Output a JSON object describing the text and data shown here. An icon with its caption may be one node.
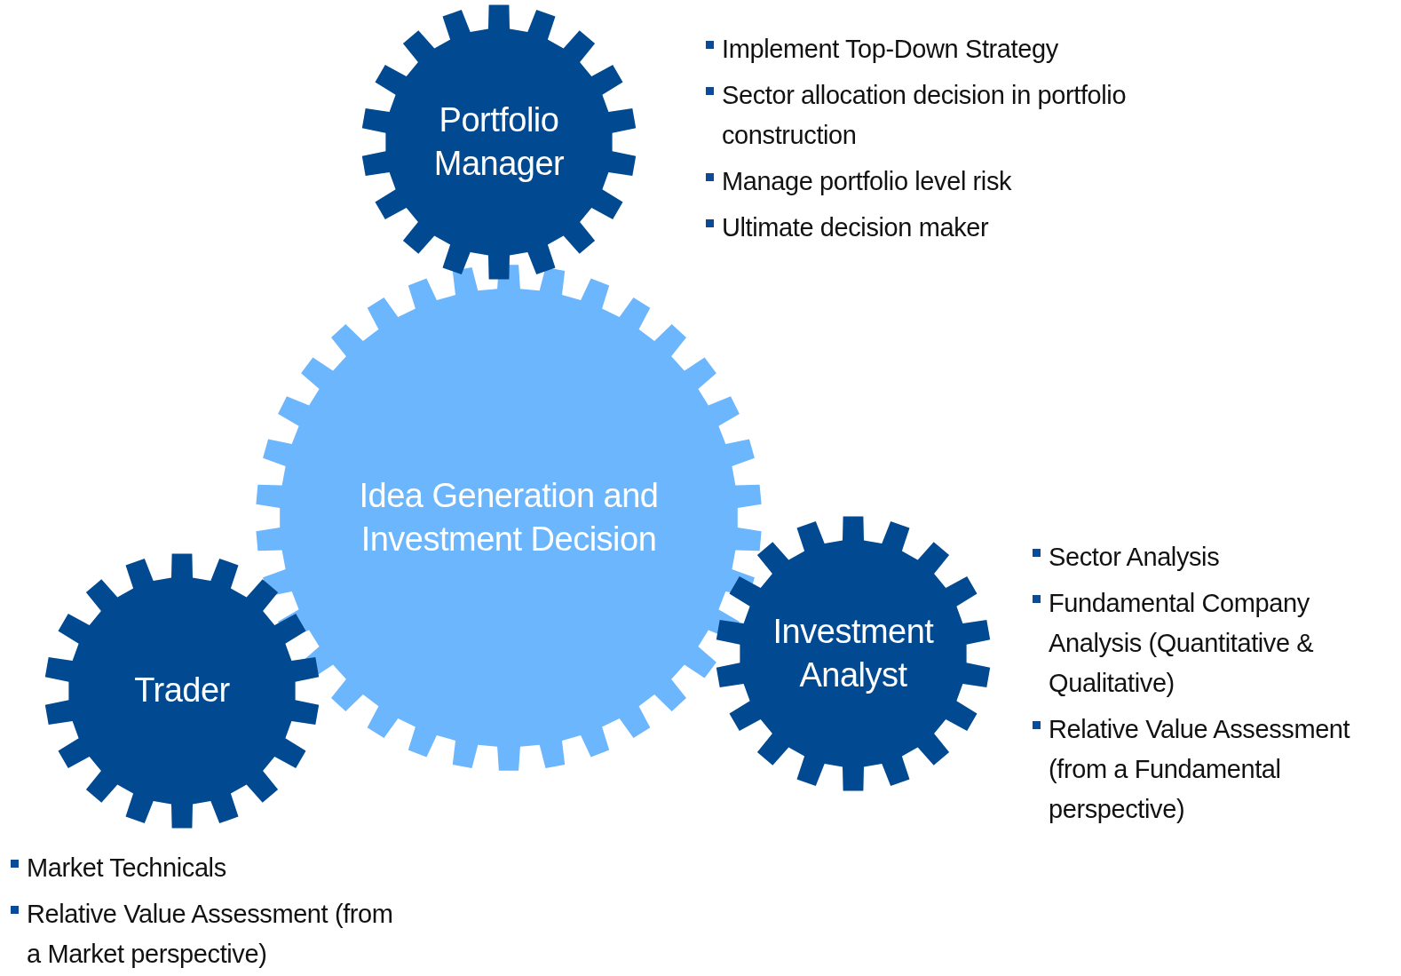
{
  "diagram": {
    "nodes": [
      {
        "text": [
          "Portfolio Manager"
        ],
        "beside": [
          "Implement Top-Down Strategy",
          "Sector allocation decision in portfolio construction",
          "Manage portfolio level risk",
          "Ultimate decision maker"
        ]
      },
      {
        "text": [
          "Idea Generation and Investment Decision"
        ]
      },
      {
        "text": [
          "Investment Analyst"
        ],
        "beside": [
          "Sector Analysis",
          "Fundamental Company Analysis (Quantitative & Qualitative)",
          "Relative Value Assessment (from a Fundamental perspective)"
        ]
      },
      {
        "text": [
          "Trader"
        ],
        "beside": [
          "Market Technicals",
          "Relative Value Assessment (from a Market perspective)"
        ]
      }
    ],
    "edges": []
  }
}
